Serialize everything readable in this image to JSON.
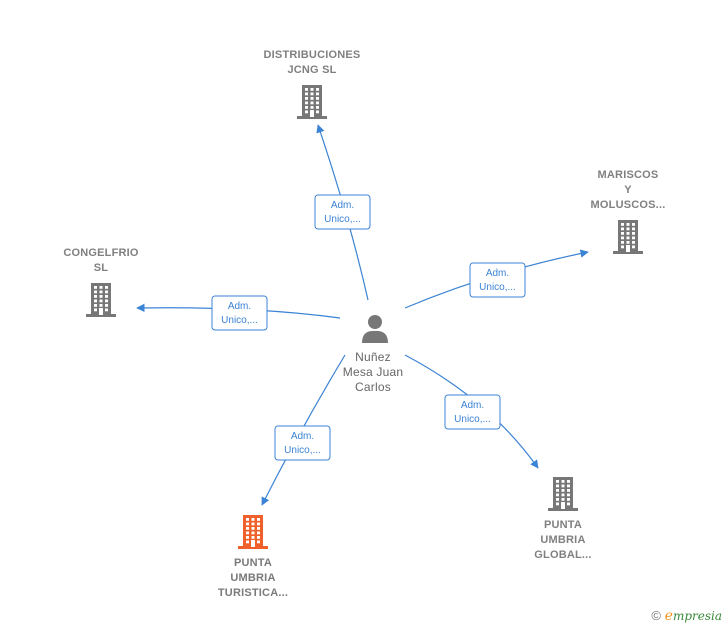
{
  "colors": {
    "edge": "#3b83d4",
    "company": "#777777",
    "highlight": "#f0602a",
    "person": "#777777"
  },
  "person": {
    "lines": [
      "Nuñez",
      "Mesa Juan",
      "Carlos"
    ],
    "icon": "person-icon"
  },
  "companies": [
    {
      "id": "distribuciones",
      "lines": [
        "DISTRIBUCIONES",
        "JCNG  SL"
      ],
      "label_pos": "above",
      "icon": "building-icon"
    },
    {
      "id": "mariscos",
      "lines": [
        "MARISCOS",
        "Y",
        "MOLUSCOS..."
      ],
      "label_pos": "above",
      "icon": "building-icon"
    },
    {
      "id": "congelfrio",
      "lines": [
        "CONGELFRIO",
        "SL"
      ],
      "label_pos": "above",
      "icon": "building-icon"
    },
    {
      "id": "punta-global",
      "lines": [
        "PUNTA",
        "UMBRIA",
        "GLOBAL..."
      ],
      "label_pos": "below",
      "icon": "building-icon"
    },
    {
      "id": "punta-turistica",
      "lines": [
        "PUNTA",
        "UMBRIA",
        "TURISTICA..."
      ],
      "label_pos": "below",
      "icon": "building-icon",
      "highlight": true
    }
  ],
  "edges": [
    {
      "to": "distribuciones",
      "lines": [
        "Adm.",
        "Unico,..."
      ]
    },
    {
      "to": "mariscos",
      "lines": [
        "Adm.",
        "Unico,..."
      ]
    },
    {
      "to": "congelfrio",
      "lines": [
        "Adm.",
        "Unico,..."
      ]
    },
    {
      "to": "punta-global",
      "lines": [
        "Adm.",
        "Unico,..."
      ]
    },
    {
      "to": "punta-turistica",
      "lines": [
        "Adm.",
        "Unico,..."
      ]
    }
  ],
  "branding": {
    "copyright": "©",
    "logo_letter": "e",
    "logo_rest": "mpresia"
  }
}
